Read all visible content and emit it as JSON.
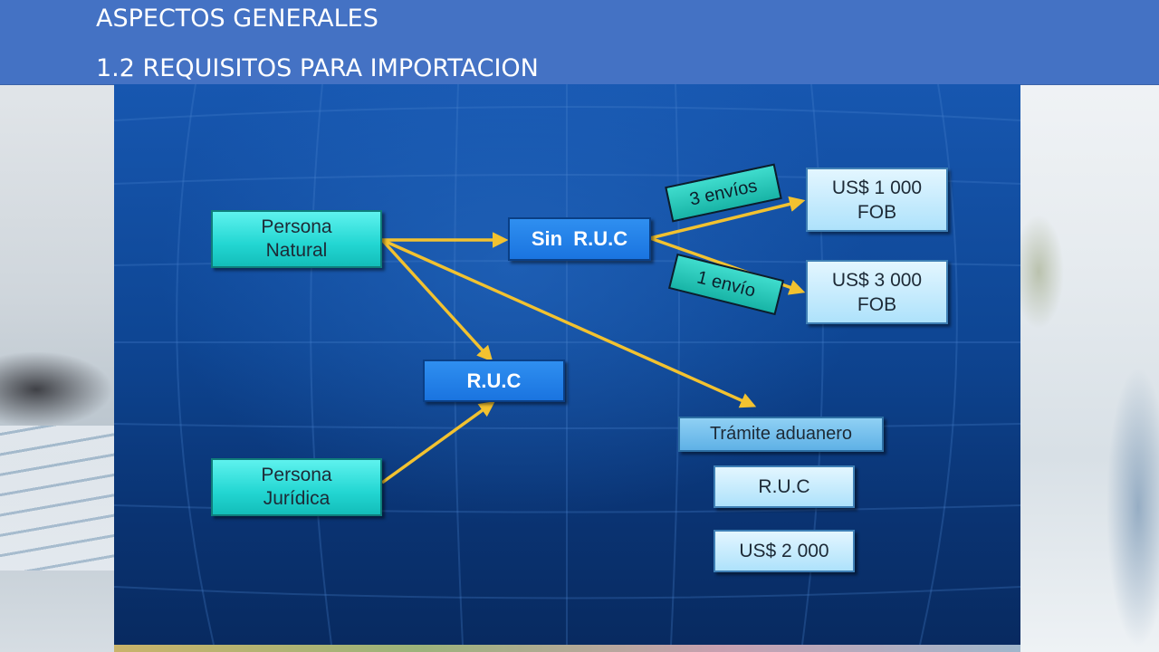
{
  "slide": {
    "title_line1": "ASPECTOS GENERALES",
    "title_line2": "1.2 REQUISITOS PARA IMPORTACION"
  },
  "diagram": {
    "persona_natural": [
      "Persona",
      "Natural"
    ],
    "persona_juridica": [
      "Persona",
      "Jurídica"
    ],
    "sin_ruc": "Sin  R.U.C",
    "ruc": "R.U.C",
    "tag_3_envios": "3 envíos",
    "tag_1_envio": "1 envío",
    "limit_1000": [
      "US$ 1 000",
      "FOB"
    ],
    "limit_3000": [
      "US$ 3 000",
      "FOB"
    ],
    "tramite_aduanero": "Trámite aduanero",
    "tramite_ruc": "R.U.C",
    "tramite_amount": "US$ 2 000"
  },
  "colors": {
    "header": "#4472c4",
    "arrow": "#f2c230",
    "teal_box": "#22d6d2",
    "blue_box": "#1a74e0",
    "light_box": "#aee2fb"
  }
}
